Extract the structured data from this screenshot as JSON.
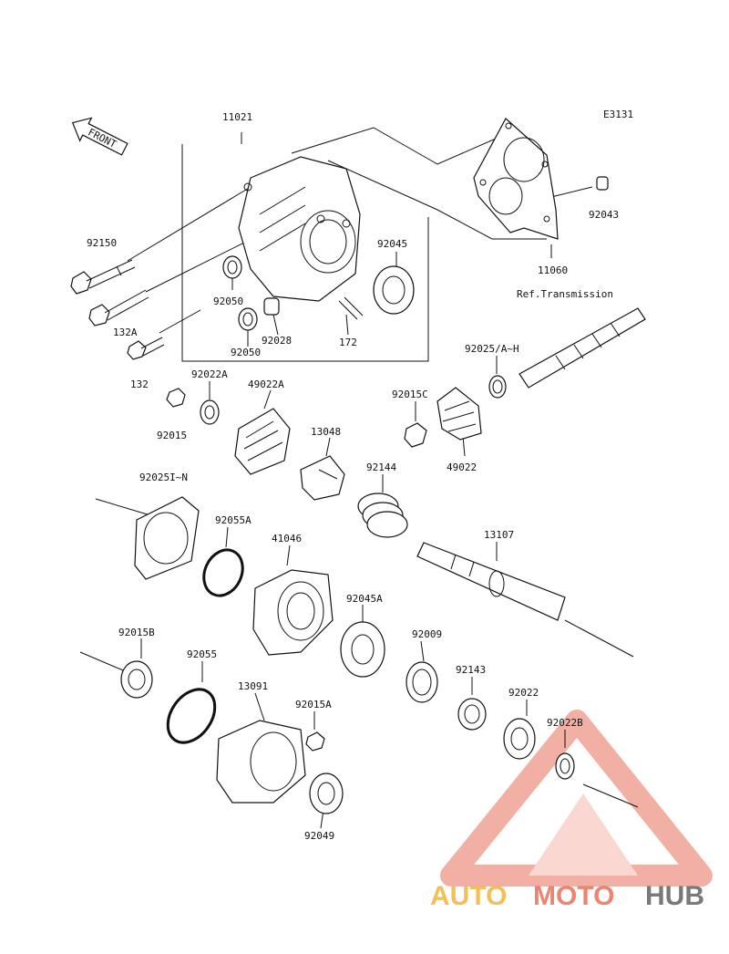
{
  "diagram": {
    "code": "E3131",
    "front_label": "FRONT",
    "ref_note": "Ref.Transmission",
    "parts": [
      "11021",
      "11060",
      "92043",
      "92150",
      "92045",
      "92050",
      "92050",
      "132A",
      "92028",
      "172",
      "132",
      "92025/A~H",
      "92022A",
      "49022A",
      "92015C",
      "92015",
      "13048",
      "49022",
      "92144",
      "92025I~N",
      "92055A",
      "41046",
      "13107",
      "92045A",
      "92009",
      "92015B",
      "92055",
      "92143",
      "92022",
      "13091",
      "92015A",
      "92022B",
      "92049"
    ]
  },
  "watermark": {
    "auto": "AUTO",
    "moto": "MOTO",
    "hub": "HUB"
  },
  "colors": {
    "ink": "#111111",
    "watermark_red": "#e8705a",
    "watermark_orange": "#f2b53c",
    "watermark_gray": "#6b6b6b"
  }
}
